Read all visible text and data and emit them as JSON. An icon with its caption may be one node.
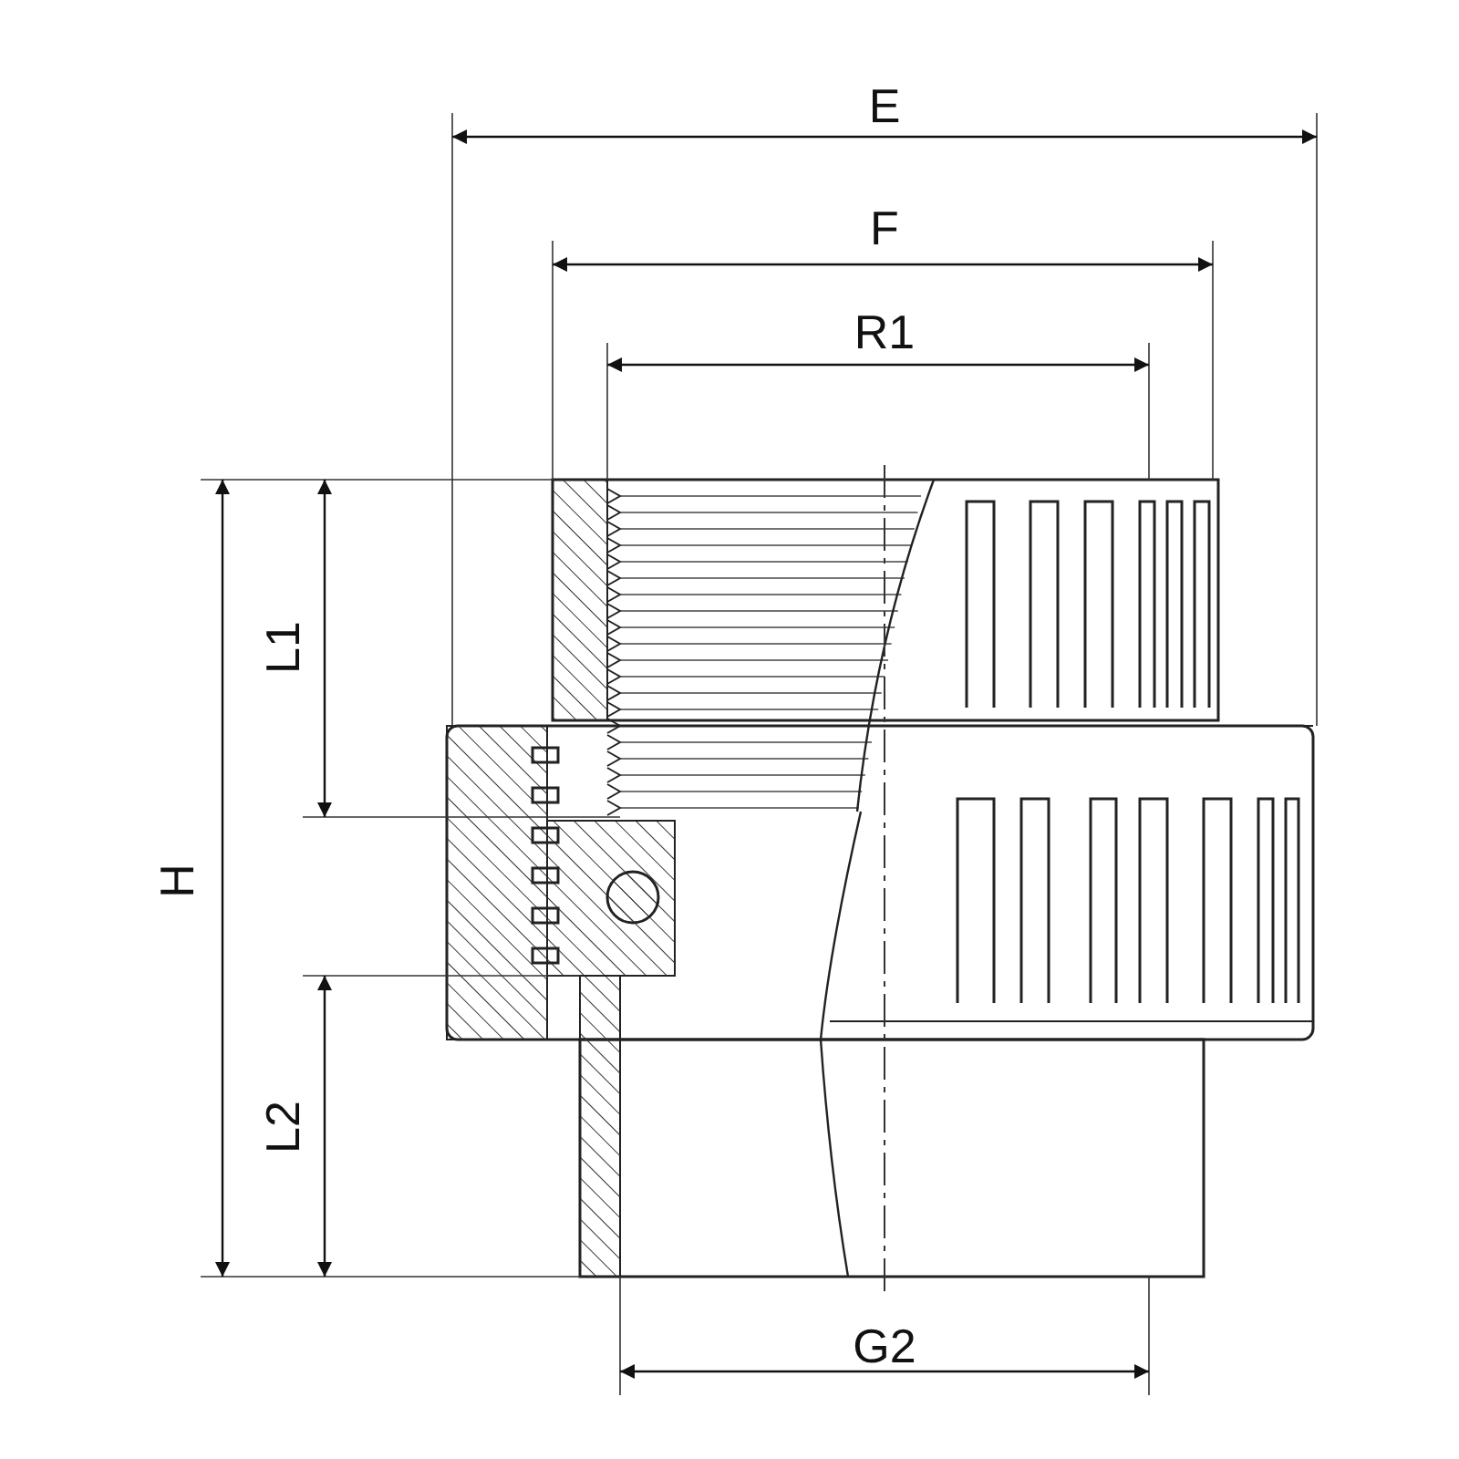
{
  "diagram": {
    "labels": [
      "E",
      "F",
      "R1",
      "L1",
      "H",
      "L2",
      "G2"
    ]
  }
}
